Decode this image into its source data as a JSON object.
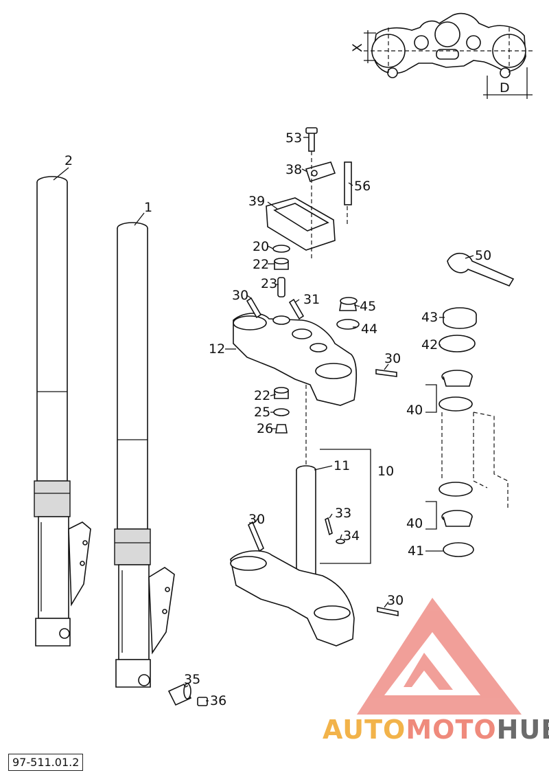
{
  "dimension_labels": {
    "x": "X",
    "d": "D"
  },
  "callouts": [
    {
      "id": "c1",
      "text": "1"
    },
    {
      "id": "c2",
      "text": "2"
    },
    {
      "id": "c10",
      "text": "10"
    },
    {
      "id": "c11",
      "text": "11"
    },
    {
      "id": "c12",
      "text": "12"
    },
    {
      "id": "c20",
      "text": "20"
    },
    {
      "id": "c22a",
      "text": "22"
    },
    {
      "id": "c22b",
      "text": "22"
    },
    {
      "id": "c23",
      "text": "23"
    },
    {
      "id": "c25",
      "text": "25"
    },
    {
      "id": "c26",
      "text": "26"
    },
    {
      "id": "c30a",
      "text": "30"
    },
    {
      "id": "c30b",
      "text": "30"
    },
    {
      "id": "c30c",
      "text": "30"
    },
    {
      "id": "c30d",
      "text": "30"
    },
    {
      "id": "c31",
      "text": "31"
    },
    {
      "id": "c33",
      "text": "33"
    },
    {
      "id": "c34",
      "text": "34"
    },
    {
      "id": "c35",
      "text": "35"
    },
    {
      "id": "c36",
      "text": "36"
    },
    {
      "id": "c38",
      "text": "38"
    },
    {
      "id": "c39",
      "text": "39"
    },
    {
      "id": "c40a",
      "text": "40"
    },
    {
      "id": "c40b",
      "text": "40"
    },
    {
      "id": "c41",
      "text": "41"
    },
    {
      "id": "c42",
      "text": "42"
    },
    {
      "id": "c43",
      "text": "43"
    },
    {
      "id": "c44",
      "text": "44"
    },
    {
      "id": "c45",
      "text": "45"
    },
    {
      "id": "c50",
      "text": "50"
    },
    {
      "id": "c53",
      "text": "53"
    },
    {
      "id": "c56",
      "text": "56"
    }
  ],
  "figure_reference": "97-511.01.2",
  "watermark": {
    "word_1": "AUTO",
    "word_2": "MOTO",
    "word_3": "HUB",
    "color_1": "#f2b34a",
    "color_2": "#ef8a7c",
    "color_3": "#6b6b6b",
    "triangle_color": "#ef8f88"
  }
}
